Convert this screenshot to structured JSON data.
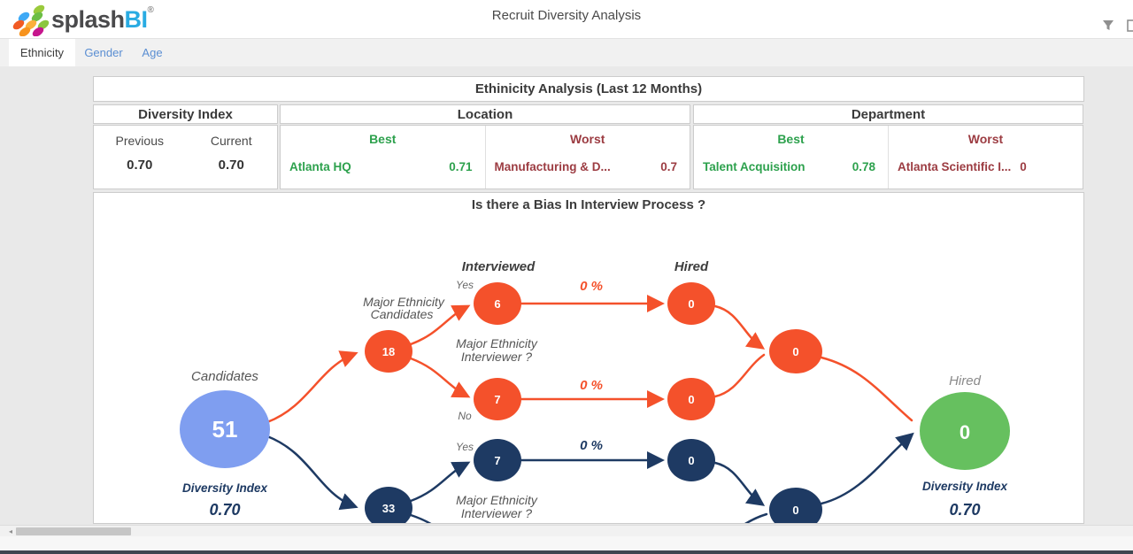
{
  "header": {
    "logo": {
      "part1": "splash",
      "part2": "BI",
      "reg": "®"
    },
    "title": "Recruit Diversity Analysis"
  },
  "tabs": [
    {
      "label": "Ethnicity",
      "active": true
    },
    {
      "label": "Gender",
      "active": false
    },
    {
      "label": "Age",
      "active": false
    }
  ],
  "analysis": {
    "title": "Ethinicity Analysis (Last 12 Months)",
    "diversity_index": {
      "header": "Diversity Index",
      "previous_label": "Previous",
      "current_label": "Current",
      "previous_value": "0.70",
      "current_value": "0.70"
    },
    "location": {
      "header": "Location",
      "best_label": "Best",
      "worst_label": "Worst",
      "best_name": "Atlanta HQ",
      "best_value": "0.71",
      "worst_name": "Manufacturing & D...",
      "worst_value": "0.7"
    },
    "department": {
      "header": "Department",
      "best_label": "Best",
      "worst_label": "Worst",
      "best_name": "Talent Acquisition",
      "best_value": "0.78",
      "worst_name": "Atlanta Scientific I...",
      "worst_value": "0"
    }
  },
  "flow": {
    "title": "Is there a Bias In Interview Process ?",
    "columns": {
      "interviewed": "Interviewed",
      "hired": "Hired"
    },
    "labels": {
      "candidates": "Candidates",
      "major_ethnicity_candidates_1": "Major Ethnicity",
      "major_ethnicity_candidates_2": "Candidates",
      "major_ethnicity_interviewer_1": "Major Ethnicity",
      "major_ethnicity_interviewer_2": "Interviewer ?",
      "yes": "Yes",
      "no": "No",
      "hired": "Hired",
      "diversity_index": "Diversity Index",
      "percent": "0 %"
    },
    "values": {
      "candidates_total": "51",
      "diversity_index_left": "0.70",
      "diversity_index_right": "0.70",
      "major_branch": "18",
      "minor_branch": "33",
      "major_yes_interviewed": "6",
      "major_no_interviewed": "7",
      "minor_yes_interviewed": "7",
      "major_yes_hired": "0",
      "major_no_hired": "0",
      "minor_yes_hired": "0",
      "major_merge": "0",
      "minor_merge": "0",
      "hired_total": "0"
    }
  },
  "colors": {
    "orange": "#F4512B",
    "navy": "#1E3A63",
    "candidate_blue": "#7F9EF0",
    "hired_green": "#66C05F",
    "best_green": "#2DA14D",
    "worst_red": "#9C3C42",
    "tab_blue": "#5A8ED2",
    "logo_blue": "#29ABE2"
  }
}
